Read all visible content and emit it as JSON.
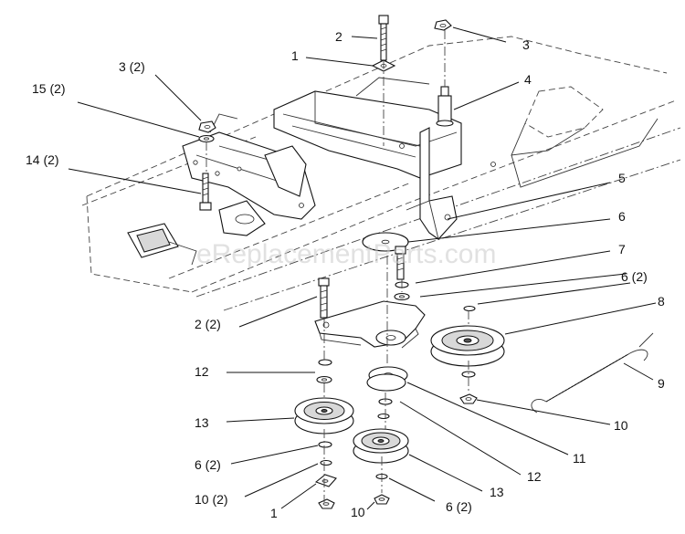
{
  "watermark": "eReplacementParts.com",
  "callouts": [
    {
      "id": "c-2-top",
      "text": "2"
    },
    {
      "id": "c-1-top",
      "text": "1"
    },
    {
      "id": "c-3-top",
      "text": "3"
    },
    {
      "id": "c-3-2",
      "text": "3 (2)"
    },
    {
      "id": "c-15-2",
      "text": "15 (2)"
    },
    {
      "id": "c-4",
      "text": "4"
    },
    {
      "id": "c-14-2",
      "text": "14 (2)"
    },
    {
      "id": "c-5",
      "text": "5"
    },
    {
      "id": "c-6-upper",
      "text": "6"
    },
    {
      "id": "c-7",
      "text": "7"
    },
    {
      "id": "c-6-2-right",
      "text": "6 (2)"
    },
    {
      "id": "c-8",
      "text": "8"
    },
    {
      "id": "c-2-2",
      "text": "2 (2)"
    },
    {
      "id": "c-12-left",
      "text": "12"
    },
    {
      "id": "c-9",
      "text": "9"
    },
    {
      "id": "c-10-right",
      "text": "10"
    },
    {
      "id": "c-13-left",
      "text": "13"
    },
    {
      "id": "c-11",
      "text": "11"
    },
    {
      "id": "c-12-right",
      "text": "12"
    },
    {
      "id": "c-6-2-left",
      "text": "6 (2)"
    },
    {
      "id": "c-13-right",
      "text": "13"
    },
    {
      "id": "c-10-2",
      "text": "10 (2)"
    },
    {
      "id": "c-1-bottom",
      "text": "1"
    },
    {
      "id": "c-10-bottom",
      "text": "10"
    },
    {
      "id": "c-6-2-bottom",
      "text": "6 (2)"
    }
  ]
}
